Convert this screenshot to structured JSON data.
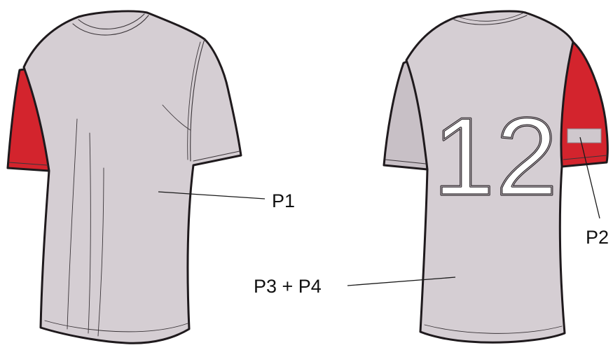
{
  "colors": {
    "body": "#d5ced3",
    "body_shade": "#c8c0c6",
    "sleeve_accent": "#d3242d",
    "sleeve_shade": "#b81d26",
    "outline": "#1f1a1d",
    "patch": "#cfc8cd"
  },
  "front_shirt": {
    "labels": {
      "body_callout": "P1"
    }
  },
  "back_shirt": {
    "number": "12",
    "labels": {
      "sleeve_callout": "P2",
      "body_callout": "P3 + P4"
    }
  }
}
